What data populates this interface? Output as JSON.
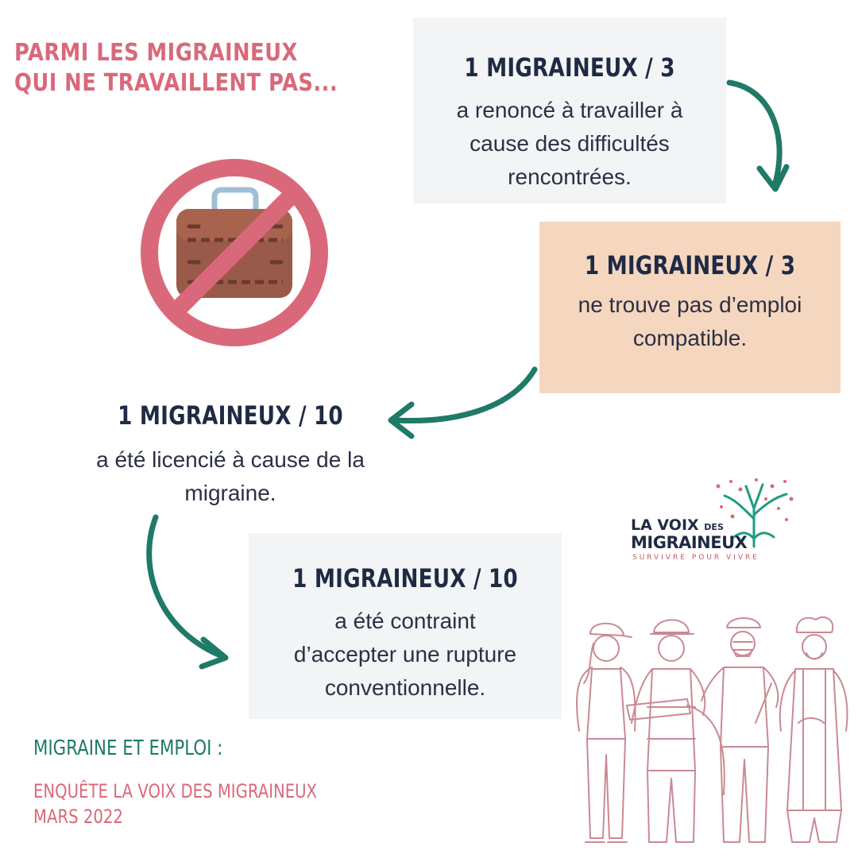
{
  "headline": "PARMI LES MIGRAINEUX QUI NE TRAVAILLENT PAS...",
  "cards": [
    {
      "stat": "1 MIGRAINEUX / 3",
      "text": "a renoncé à travailler à cause des difficultés rencontrées."
    },
    {
      "stat": "1 MIGRAINEUX / 3",
      "text": "ne trouve pas d’emploi compatible."
    },
    {
      "stat": "1 MIGRAINEUX / 10",
      "text": "a été licencié à cause de la migraine."
    },
    {
      "stat": "1 MIGRAINEUX / 10",
      "text": "a été contraint d’accepter une rupture conventionnelle."
    }
  ],
  "footer": {
    "title": "MIGRAINE ET EMPLOI :",
    "line1": "ENQUÊTE LA VOIX DES MIGRAINEUX",
    "line2": "MARS 2022"
  },
  "logo": {
    "line1_a": "LA VOIX",
    "line1_b": "DES",
    "line2": "MIGRAINEUX",
    "tagline": "SURVIVRE POUR VIVRE"
  },
  "icons": {
    "no_work": "no-briefcase-icon",
    "workers": "workers-illustration"
  },
  "colors": {
    "accent_pink": "#d9697a",
    "accent_green": "#1f7a67",
    "card_gray": "#f3f4f6",
    "card_peach": "#f5d6bf",
    "text_dark": "#1f2a44",
    "briefcase": "#9a5a4a"
  }
}
